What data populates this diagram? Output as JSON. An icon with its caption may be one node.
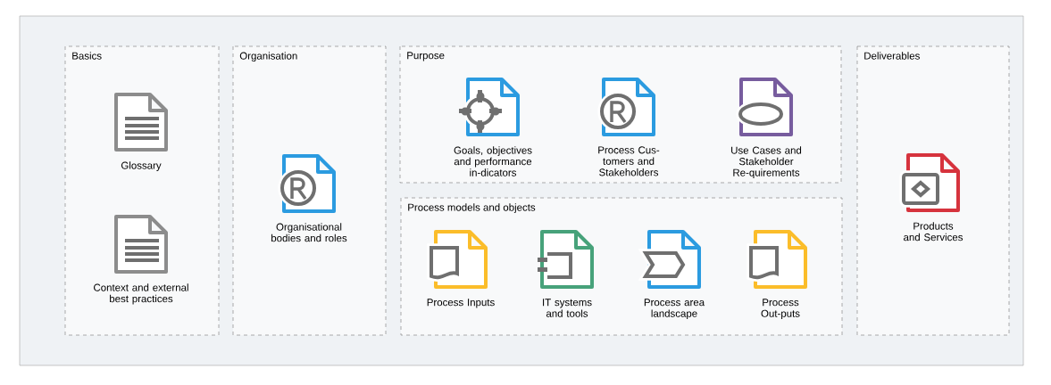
{
  "diagram": {
    "nodes": [
      {
        "text": [
          "Basics"
        ]
      },
      {
        "text": [
          "Glossary"
        ],
        "in": 0
      },
      {
        "text": [
          "Context and external best practices"
        ],
        "in": 0
      },
      {
        "text": [
          "Organisation"
        ]
      },
      {
        "text": [
          "Organisational bodies and roles"
        ],
        "in": 3
      },
      {
        "text": [
          "Purpose"
        ]
      },
      {
        "text": [
          "Goals, objectives and performance in-dicators"
        ],
        "in": 5
      },
      {
        "text": [
          "Process Cus-tomers and Stakeholders"
        ],
        "in": 5
      },
      {
        "text": [
          "Use Cases and Stakeholder Re-quirements"
        ],
        "in": 5
      },
      {
        "text": [
          "Process models and objects"
        ]
      },
      {
        "text": [
          "Process Inputs"
        ],
        "in": 9
      },
      {
        "text": [
          "IT systems and tools"
        ],
        "in": 9
      },
      {
        "text": [
          "Process area landscape"
        ],
        "in": 9
      },
      {
        "text": [
          "Process Out-puts"
        ],
        "in": 9
      },
      {
        "text": [
          "Deliverables"
        ]
      },
      {
        "text": [
          "Products and Services"
        ],
        "in": 14
      }
    ],
    "edges": []
  }
}
